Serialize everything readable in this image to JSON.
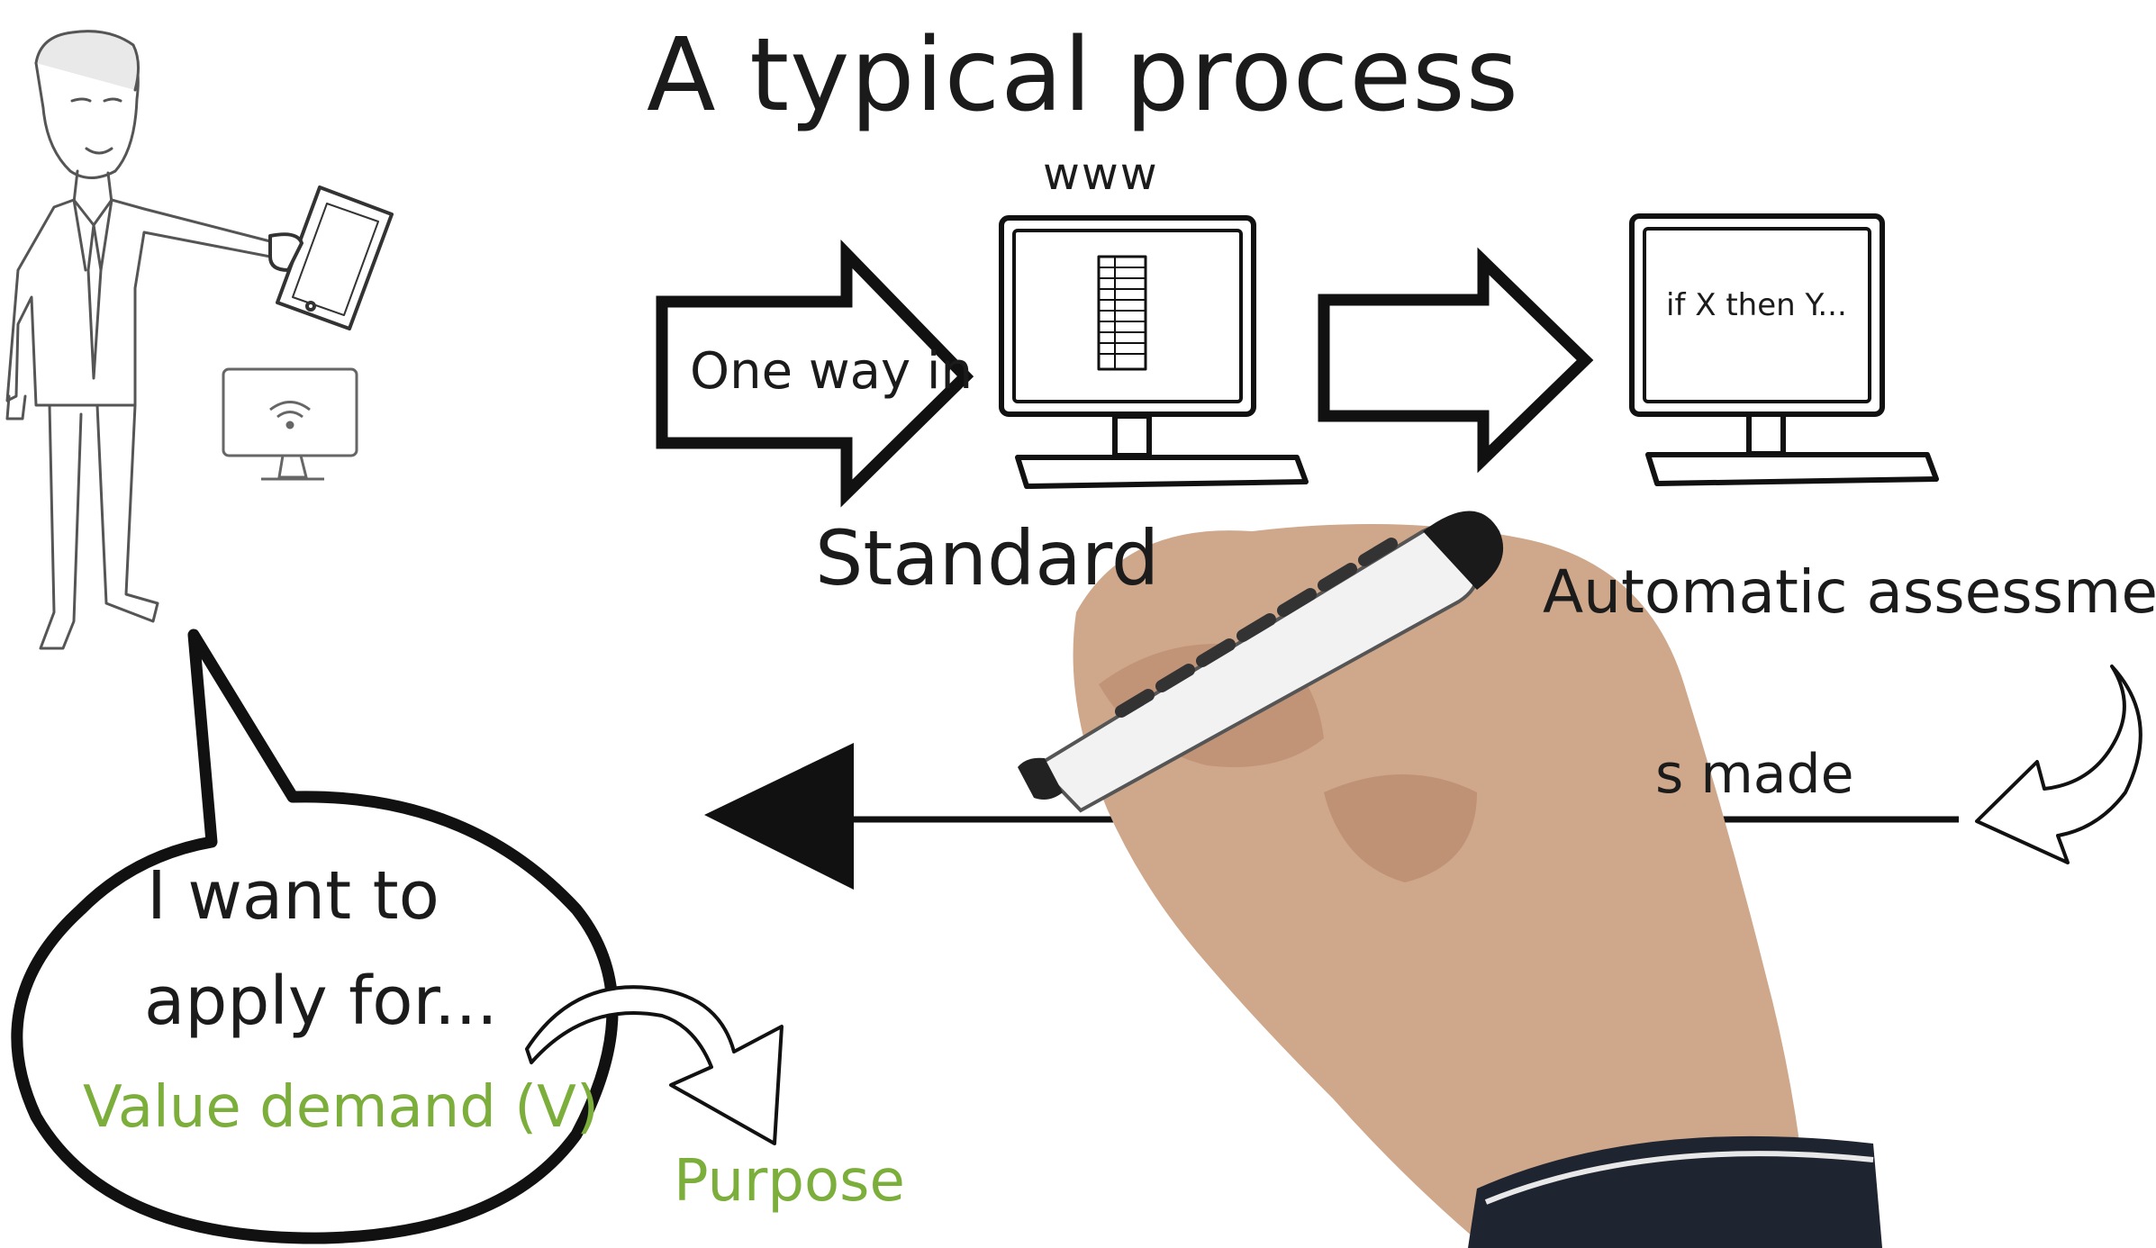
{
  "title": "A typical process",
  "website_label": "www",
  "arrow_label": "One way in",
  "screen_rule": "if X then Y...",
  "label_standard": "Standard",
  "label_assessment": "Automatic assessment",
  "label_made": "s made",
  "bubble": {
    "line1": "I want to",
    "line2": "apply for...",
    "value_demand": "Value demand (V)"
  },
  "purpose": "Purpose",
  "colors": {
    "ink": "#1b1b1b",
    "green": "#7cae3c",
    "background": "#ffffff"
  }
}
